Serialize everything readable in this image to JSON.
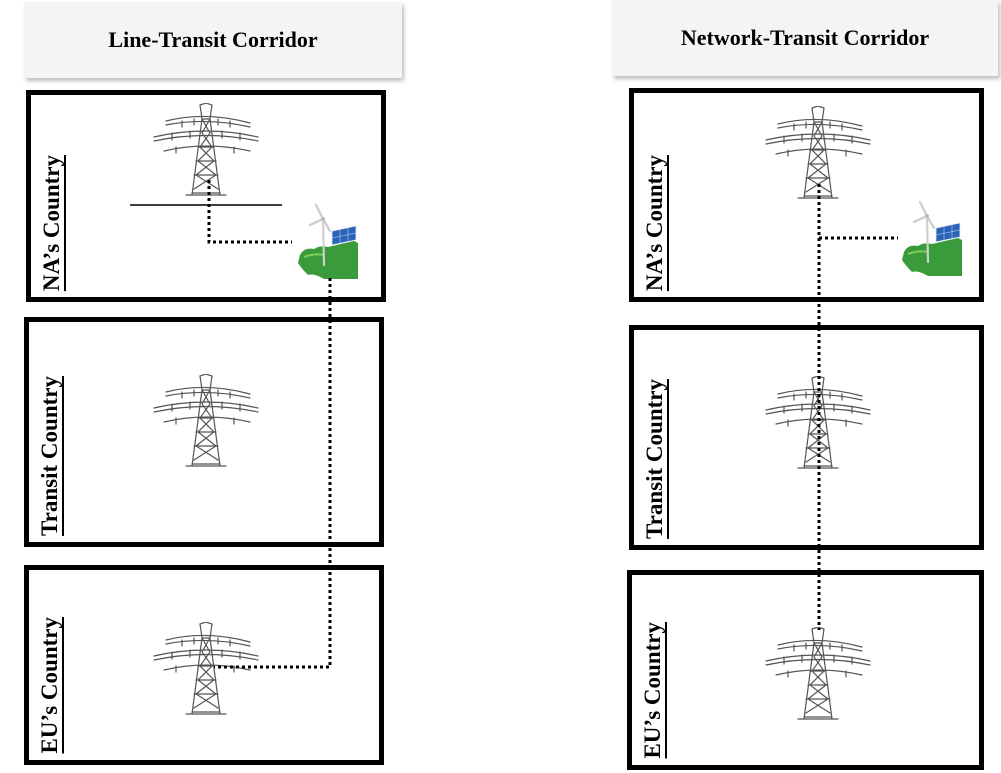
{
  "left": {
    "title": "Line-Transit Corridor",
    "countries": {
      "na": "NA’s Country",
      "transit": "Transit Country",
      "eu": "EU’s Country"
    }
  },
  "right": {
    "title": "Network-Transit Corridor",
    "countries": {
      "na": "NA’s Country",
      "transit": "Transit Country",
      "eu": "EU’s Country"
    }
  },
  "icons": {
    "tower": "transmission-tower-icon",
    "renewable": "renewable-plant-icon"
  },
  "colors": {
    "border": "#000000",
    "title_bg": "#f4f4f4",
    "land": "#3a9b3a",
    "solar": "#2a63b8"
  }
}
